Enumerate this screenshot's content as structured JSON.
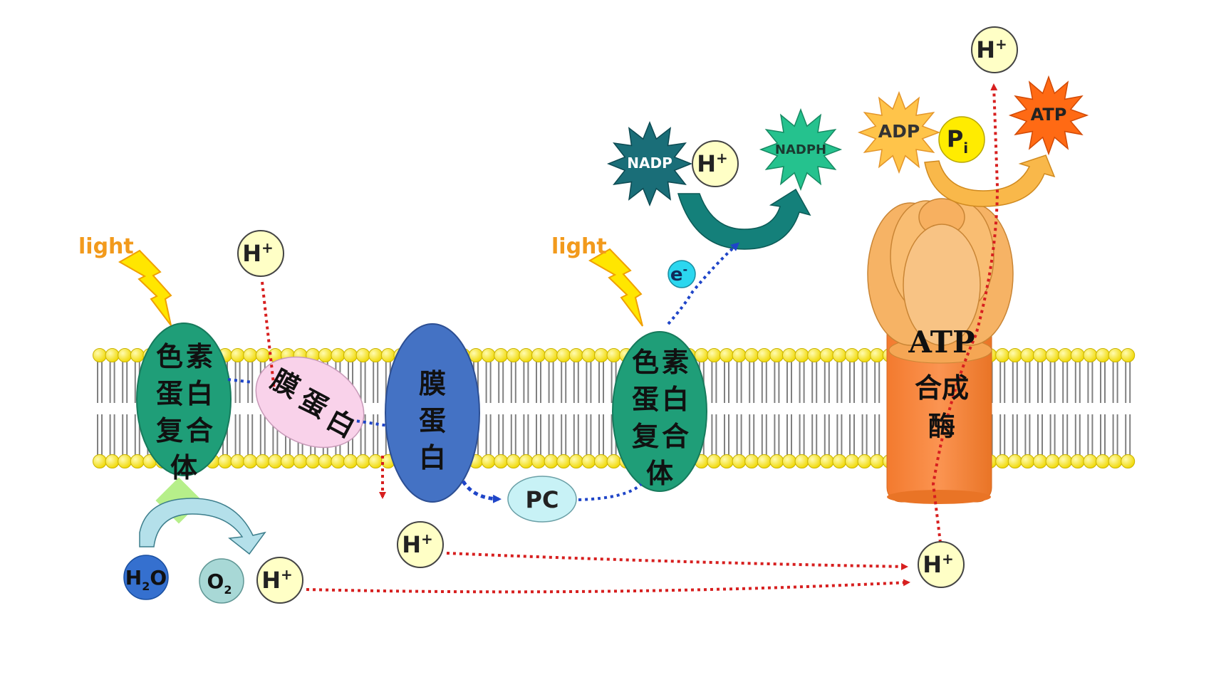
{
  "light_label": "light",
  "proton": {
    "base": "H",
    "sup": "+"
  },
  "pigment_complex": [
    "色",
    "素",
    "蛋",
    "白",
    "复",
    "合",
    "体"
  ],
  "membrane_protein": [
    "膜",
    "蛋",
    "白"
  ],
  "pc": "PC",
  "electron": {
    "base": "e",
    "sup": "-"
  },
  "water": {
    "base": "H",
    "sub": "2",
    "tail": "O"
  },
  "oxygen": {
    "base": "O",
    "sub": "2"
  },
  "nadp": "NADP",
  "nadph": "NADPH",
  "adp": "ADP",
  "pi": {
    "base": "P",
    "sub": "i"
  },
  "atp": "ATP",
  "atp_synthase": {
    "line1": "ATP",
    "line2": "合成",
    "line3": "酶"
  },
  "colors": {
    "membrane_head": "#f5e600",
    "tail": "#808080",
    "pigment": "#1f9e78",
    "membrane_protein_blue": "#4472c4",
    "membrane_protein_pink": "#f9d2ea",
    "synthase_base": "#fb8c42",
    "synthase_head": "#f6b365",
    "proton_fill": "#ffffc6",
    "arrow_red": "#d71f1f",
    "arrow_blue": "#1f45c8",
    "teal_arrow": "#14807a",
    "lightning": "#ffe600"
  }
}
